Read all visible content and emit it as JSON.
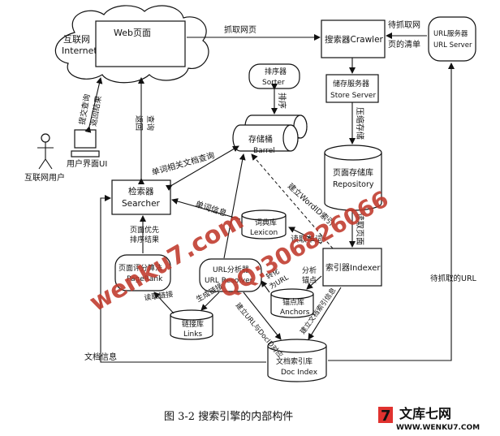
{
  "caption": "图 3-2 搜索引擎的内部构件",
  "nodes": {
    "internet": {
      "line1": "互联网",
      "line2": "Internet",
      "page": "Web页面"
    },
    "crawler": "搜索器Crawler",
    "url_server": {
      "line1": "URL服务器",
      "line2": "URL Server"
    },
    "sorter": {
      "line1": "排序器",
      "line2": "Sorter"
    },
    "store_server": {
      "line1": "储存服务器",
      "line2": "Store Server"
    },
    "barrels": {
      "line1": "存储桶",
      "line2": "Barrel"
    },
    "repository": {
      "line1": "页面存储库",
      "line2": "Repository"
    },
    "searcher": {
      "line1": "检索器",
      "line2": "Searcher"
    },
    "lexicon": {
      "line1": "词典库",
      "line2": "Lexicon"
    },
    "indexer": "索引器Indexer",
    "pagerank": {
      "line1": "页面评分算法",
      "line2": "PageRank"
    },
    "url_resolver": {
      "line1": "URL分析器",
      "line2": "URL Resolver"
    },
    "anchors": {
      "line1": "锚点库",
      "line2": "Anchors"
    },
    "links": {
      "line1": "链接库",
      "line2": "Links"
    },
    "doc_index": {
      "line1": "文档索引库",
      "line2": "Doc Index"
    },
    "user": "互联网用户",
    "user_ui": "用户界面UI"
  },
  "edges": {
    "fetch_pages": "抓取网页",
    "to_fetch_list_1": "待抓取网",
    "to_fetch_list_2": "页的清单",
    "compress_store": "压缩存储",
    "sort": "排序",
    "read_pages": "读取页面",
    "build_wordid": "建立WordID索引",
    "read_words": "读取单词",
    "word_info": "单词信息",
    "word_doc_query": "单词相关文档查询",
    "submit_query": "提交查询",
    "return_results": "返回结果",
    "query": "查询",
    "return": "返回",
    "pagerank_result_1": "页面优先",
    "pagerank_result_2": "排序结果",
    "read_links": "读取链接",
    "gen_links": "生成链接",
    "convert_1": "转化",
    "convert_2": "为URL",
    "analyze_1": "分析",
    "analyze_2": "锚点",
    "build_url_docid": "建立URL与DocID对应",
    "build_doc_index": "建立文档索引信息",
    "pending_url": "待抓取的URL",
    "doc_info": "文档信息"
  },
  "watermark": {
    "line1": "wenku7.com",
    "line2": "QQ:306826066"
  },
  "logo": {
    "mark": "7",
    "text": "文库七网",
    "url": "WWW.WENKU7.COM"
  }
}
